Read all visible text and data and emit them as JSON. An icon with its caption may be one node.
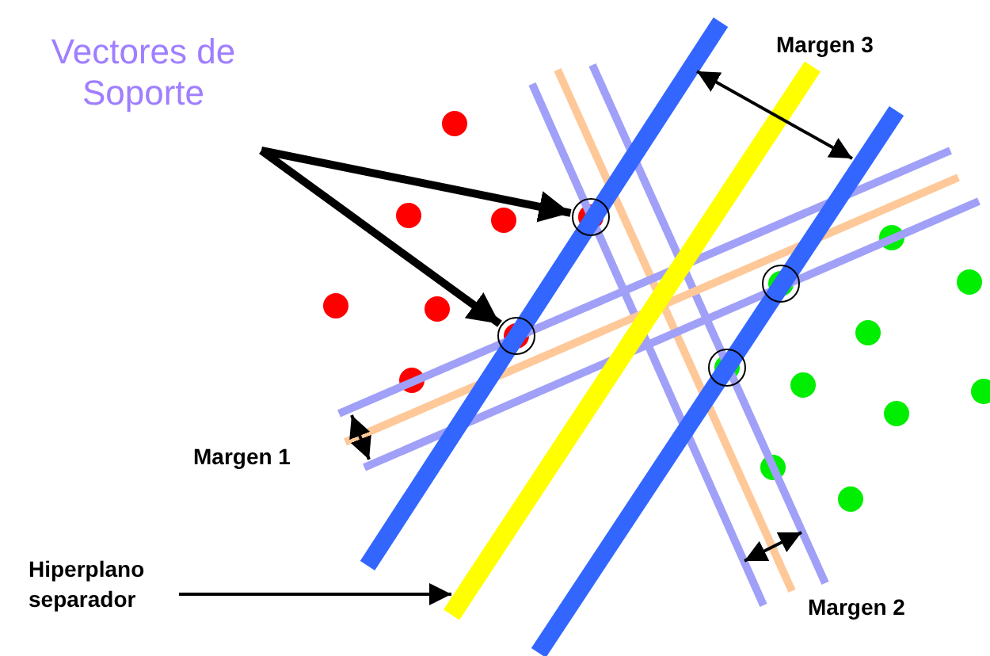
{
  "diagram": {
    "nodes": [
      {
        "text": [
          "Vectores de Soporte"
        ]
      },
      {
        "text": [],
        "shape": "circle"
      },
      {
        "text": [],
        "shape": "circle"
      },
      {
        "text": [],
        "shape": "circle"
      },
      {
        "text": [],
        "shape": "circle"
      },
      {
        "text": [
          "Hiperplano separador"
        ]
      }
    ],
    "edges": [
      {
        "from": 0,
        "to": 2,
        "arrow": "to"
      },
      {
        "from": 0,
        "to": 1,
        "arrow": "to"
      },
      {
        "from": 5,
        "to": null,
        "arrow": "to"
      }
    ],
    "labels": [
      "Margen 3",
      "Margen 1",
      "Margen 2"
    ]
  }
}
